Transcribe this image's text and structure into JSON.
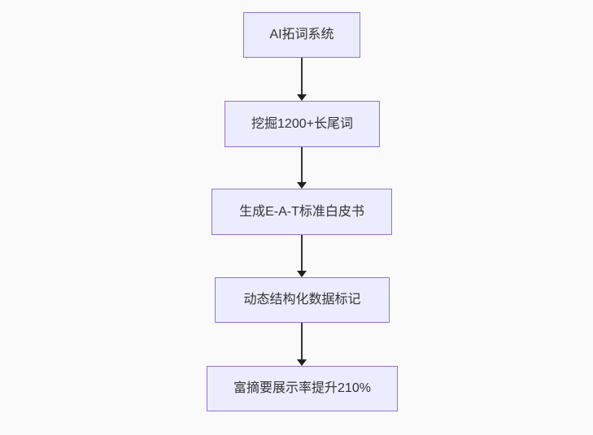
{
  "diagram": {
    "type": "flowchart",
    "direction": "top-down",
    "nodes": [
      {
        "id": "A",
        "label": "AI拓词系统"
      },
      {
        "id": "B",
        "label": "挖掘1200+长尾词"
      },
      {
        "id": "C",
        "label": "生成E-A-T标准白皮书"
      },
      {
        "id": "D",
        "label": "动态结构化数据标记"
      },
      {
        "id": "E",
        "label": "富摘要展示率提升210%"
      }
    ],
    "edges": [
      {
        "from": "A",
        "to": "B"
      },
      {
        "from": "B",
        "to": "C"
      },
      {
        "from": "C",
        "to": "D"
      },
      {
        "from": "D",
        "to": "E"
      }
    ],
    "colors": {
      "node_fill": "#ECECFF",
      "node_border": "#9370DB",
      "arrow": "#333333",
      "background": "#fafafa",
      "text": "#333333"
    }
  }
}
